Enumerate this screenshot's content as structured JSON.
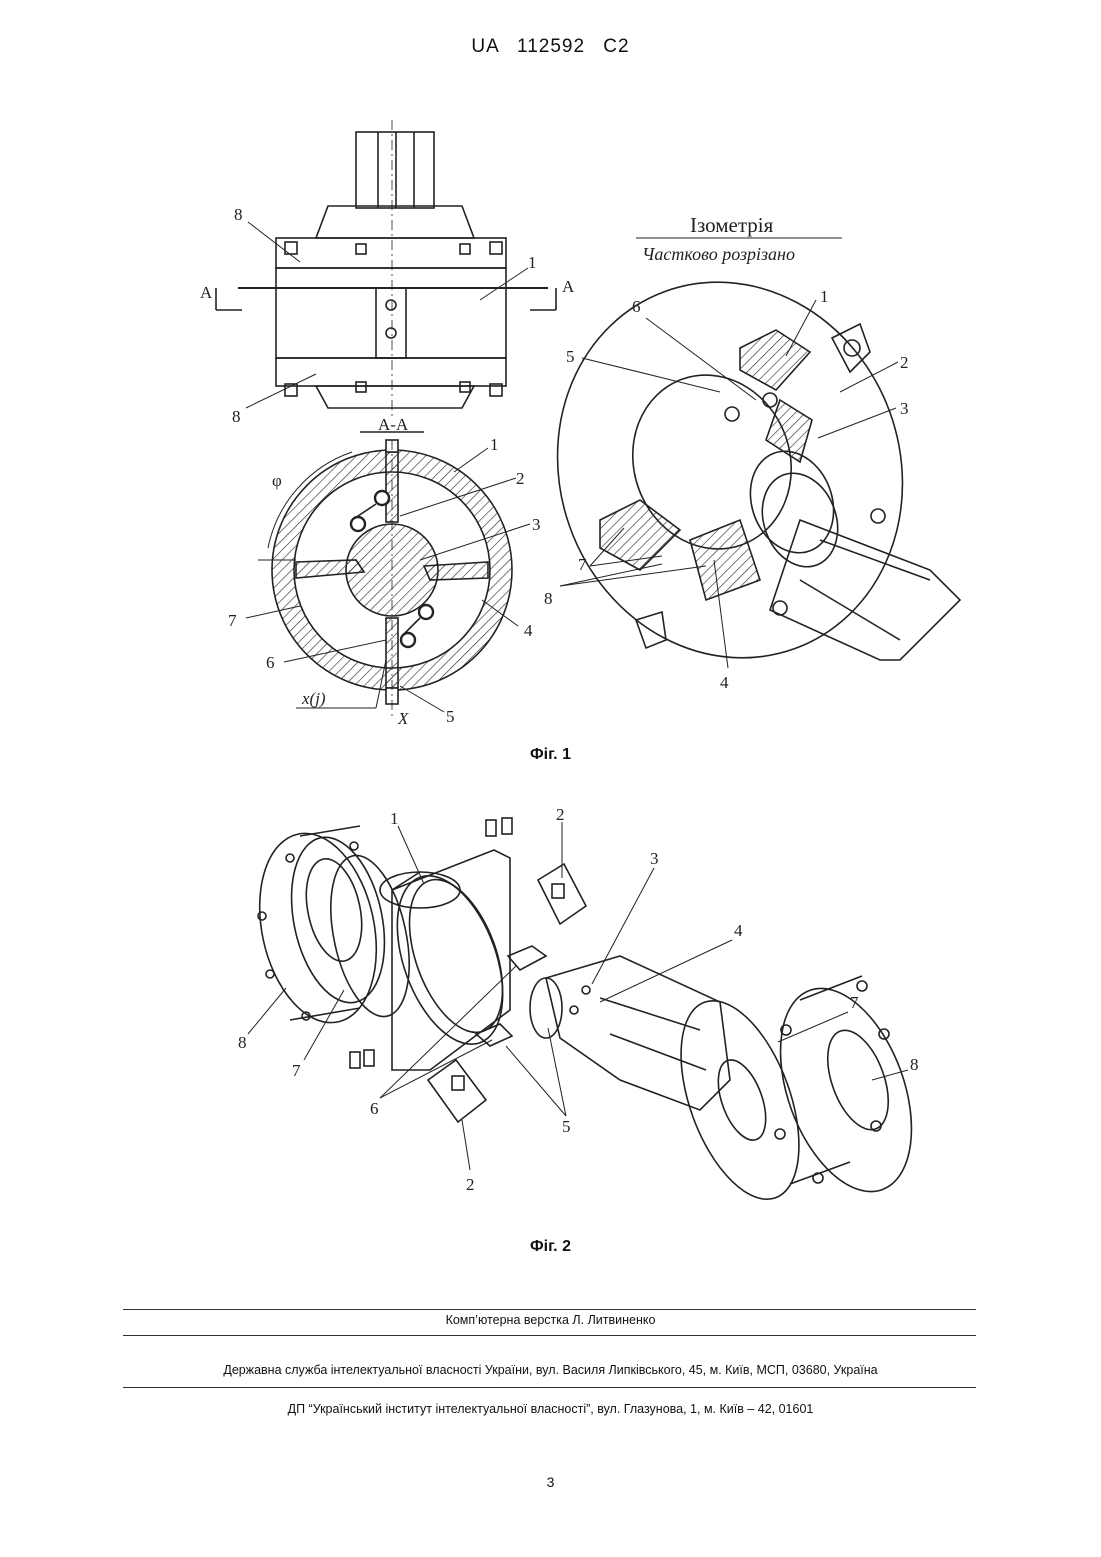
{
  "header": {
    "doc_id": "UA   112592   C2"
  },
  "figure1": {
    "caption": "Фіг. 1",
    "section_mark": "A",
    "section_title": "A-A",
    "isometry_title": "Ізометрія",
    "isometry_subtitle": "Частково розрізано",
    "phi": "φ",
    "x_j": "x(j)",
    "x_axis": "X",
    "labels": [
      "1",
      "2",
      "3",
      "4",
      "5",
      "6",
      "7",
      "8"
    ]
  },
  "figure2": {
    "caption": "Фіг. 2",
    "labels": [
      "1",
      "2",
      "3",
      "4",
      "5",
      "6",
      "7",
      "8"
    ]
  },
  "footer": {
    "line1": "Комп’ютерна верстка Л. Литвиненко",
    "line2": "Державна служба інтелектуальної власності України, вул. Василя Липківського, 45, м. Київ, МСП, 03680, Україна",
    "line3": "ДП “Український інститут інтелектуальної власності”, вул. Глазунова, 1, м. Київ – 42, 01601"
  },
  "page_number": "3"
}
